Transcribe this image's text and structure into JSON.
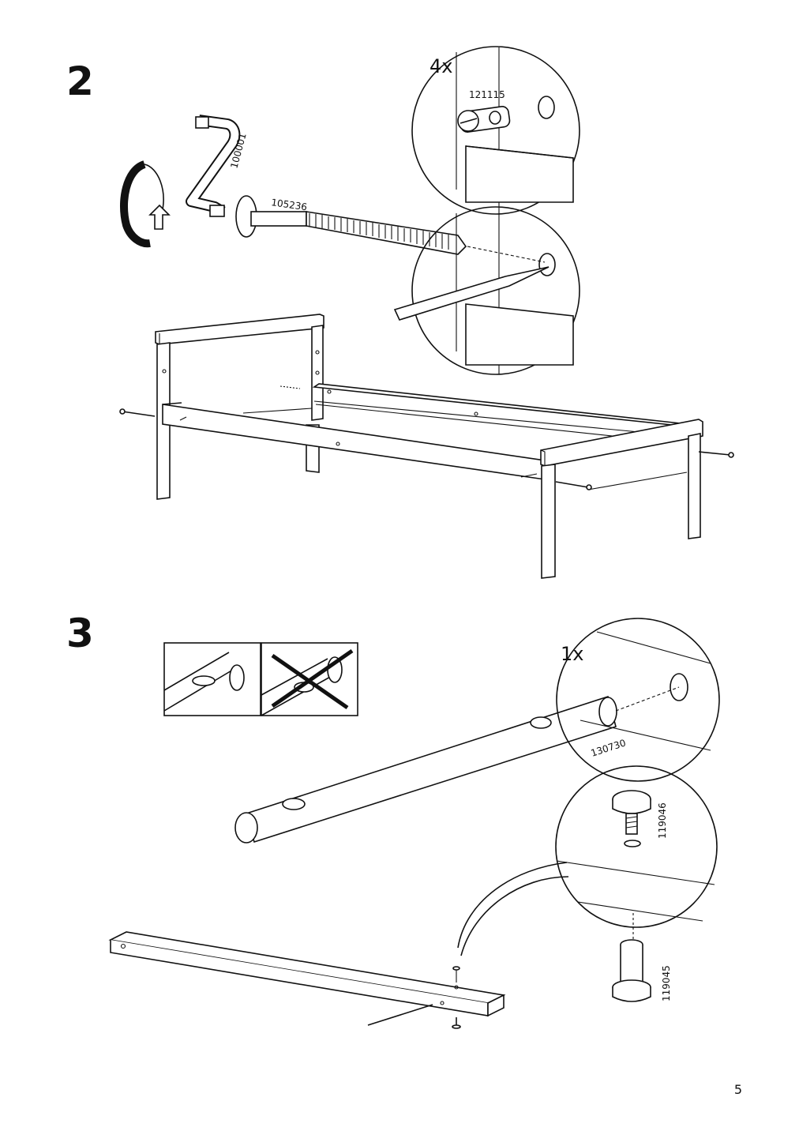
{
  "steps": {
    "step2": "2",
    "step3": "3"
  },
  "quantities": {
    "q_4x": "4x",
    "q_1x": "1x"
  },
  "parts": {
    "allen_key": "100001",
    "bolt": "105236",
    "barrel_nut": "121115",
    "rod": "130730",
    "screw": "119046",
    "leg_cap": "119045"
  },
  "page_number": "5"
}
